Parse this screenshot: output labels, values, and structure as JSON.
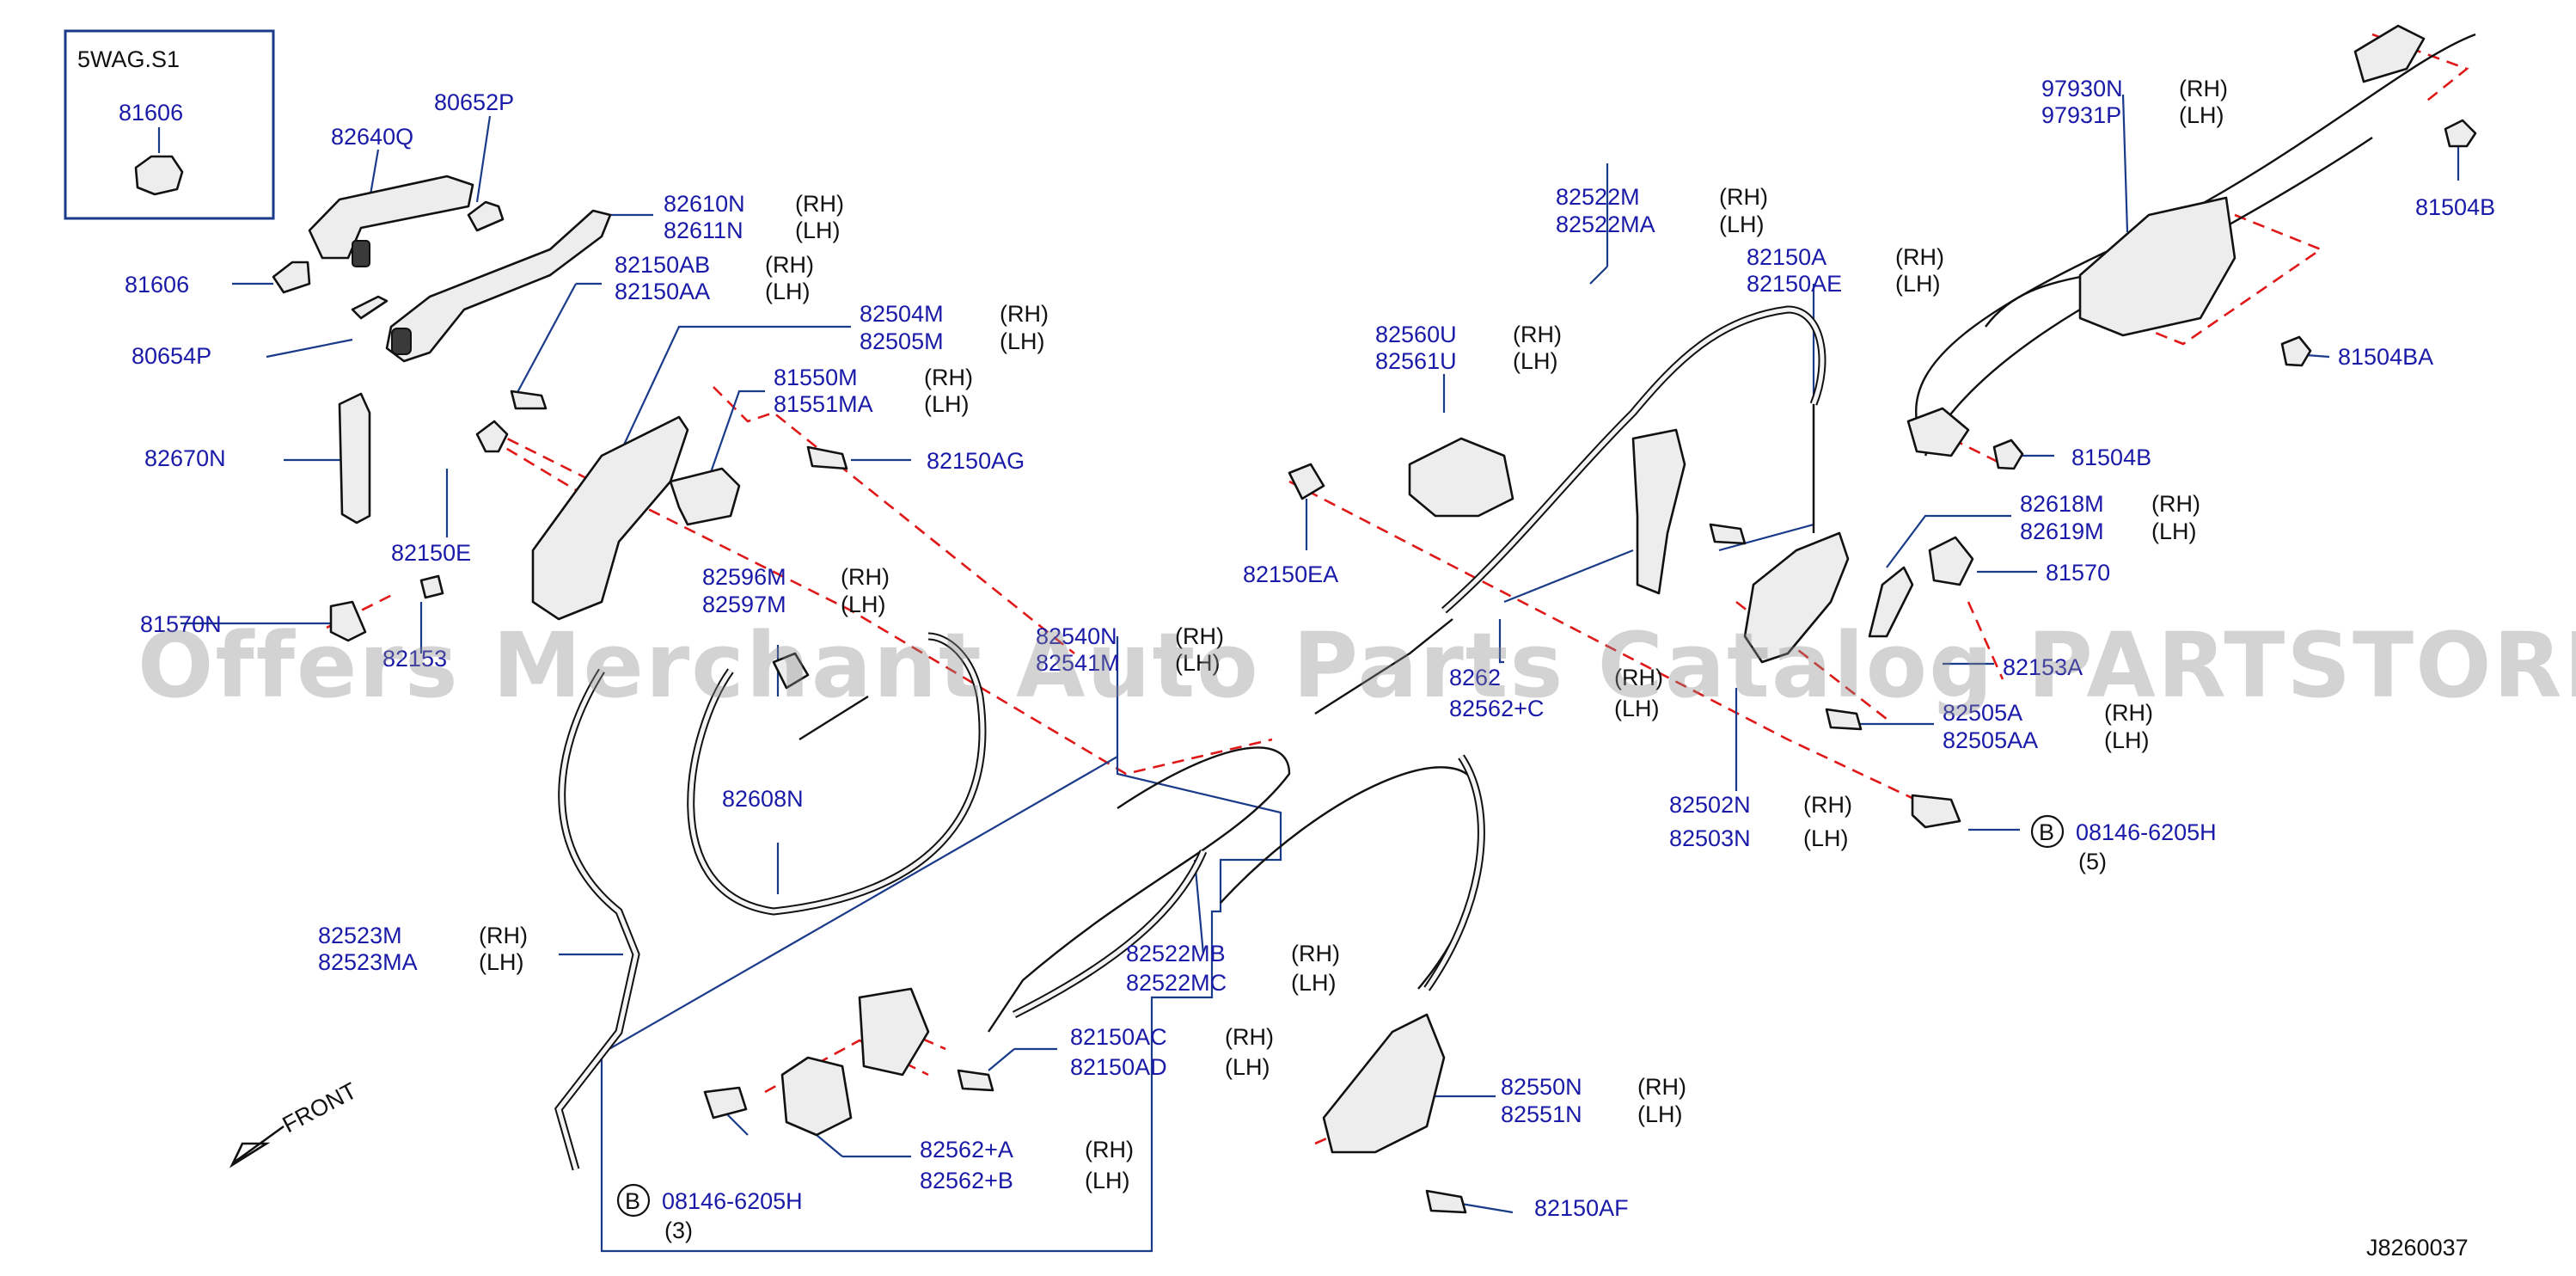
{
  "diagram": {
    "inset": {
      "code": "5WAG.S1",
      "part": "81606"
    },
    "diagram_id": "J8260037",
    "watermark": "Offers Merchant Auto Parts Catalog PARTSTORE.SA",
    "front_label": "FRONT",
    "labels": [
      {
        "id": "82640Q",
        "side": ""
      },
      {
        "id": "80652P",
        "side": ""
      },
      {
        "id": "82610N",
        "side": "(RH)"
      },
      {
        "id": "82611N",
        "side": "(LH)"
      },
      {
        "id": "81606",
        "side": ""
      },
      {
        "id": "82150AB",
        "side": "(RH)"
      },
      {
        "id": "82150AA",
        "side": "(LH)"
      },
      {
        "id": "80654P",
        "side": ""
      },
      {
        "id": "82504M",
        "side": "(RH)"
      },
      {
        "id": "82505M",
        "side": "(LH)"
      },
      {
        "id": "81550M",
        "side": "(RH)"
      },
      {
        "id": "81551MA",
        "side": "(LH)"
      },
      {
        "id": "82670N",
        "side": ""
      },
      {
        "id": "82150AG",
        "side": ""
      },
      {
        "id": "82150E",
        "side": ""
      },
      {
        "id": "82596M",
        "side": "(RH)"
      },
      {
        "id": "82597M",
        "side": "(LH)"
      },
      {
        "id": "81570N",
        "side": ""
      },
      {
        "id": "82153",
        "side": ""
      },
      {
        "id": "82540N",
        "side": "(RH)"
      },
      {
        "id": "82541M",
        "side": "(LH)"
      },
      {
        "id": "82608N",
        "side": ""
      },
      {
        "id": "82523M",
        "side": "(RH)"
      },
      {
        "id": "82523MA",
        "side": "(LH)"
      },
      {
        "id": "82522MB",
        "side": "(RH)"
      },
      {
        "id": "82522MC",
        "side": "(LH)"
      },
      {
        "id": "82150AC",
        "side": "(RH)"
      },
      {
        "id": "82150AD",
        "side": "(LH)"
      },
      {
        "id": "82562+A",
        "side": "(RH)"
      },
      {
        "id": "82562+B",
        "side": "(LH)"
      },
      {
        "id": "08146-6205H",
        "side": "(3)"
      },
      {
        "id": "82522M",
        "side": "(RH)"
      },
      {
        "id": "82522MA",
        "side": "(LH)"
      },
      {
        "id": "82560U",
        "side": "(RH)"
      },
      {
        "id": "82561U",
        "side": "(LH)"
      },
      {
        "id": "82150EA",
        "side": ""
      },
      {
        "id": "82150A",
        "side": "(RH)"
      },
      {
        "id": "82150AE",
        "side": "(LH)"
      },
      {
        "id": "82562+C",
        "side": "(LH)"
      },
      {
        "id": "82550N",
        "side": "(RH)"
      },
      {
        "id": "82551N",
        "side": "(LH)"
      },
      {
        "id": "82150AF",
        "side": ""
      },
      {
        "id": "97930N",
        "side": "(RH)"
      },
      {
        "id": "97931P",
        "side": "(LH)"
      },
      {
        "id": "81504B",
        "side": ""
      },
      {
        "id": "81504BA",
        "side": ""
      },
      {
        "id": "81504B",
        "side": ""
      },
      {
        "id": "82618M",
        "side": "(RH)"
      },
      {
        "id": "82619M",
        "side": "(LH)"
      },
      {
        "id": "81570",
        "side": ""
      },
      {
        "id": "82153A",
        "side": ""
      },
      {
        "id": "82505A",
        "side": "(RH)"
      },
      {
        "id": "82505AA",
        "side": "(LH)"
      },
      {
        "id": "82502N",
        "side": "(RH)"
      },
      {
        "id": "82503N",
        "side": "(LH)"
      },
      {
        "id": "08146-6205H",
        "side": "(5)"
      }
    ],
    "bolt_symbol": "B",
    "partial_labels": {
      "82562_rh_partial": "8262",
      "82562_side_partial": "(RH)"
    }
  }
}
